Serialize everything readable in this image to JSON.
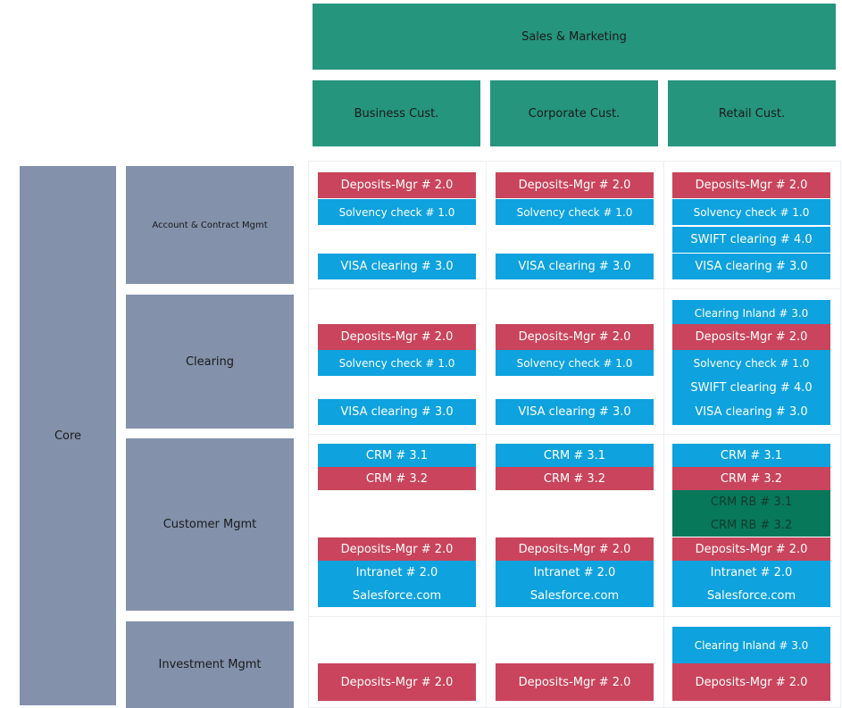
{
  "header": {
    "title": "Sales & Marketing",
    "columns": [
      "Business Cust.",
      "Corporate Cust.",
      "Retail Cust."
    ]
  },
  "core": {
    "label": "Core"
  },
  "rows": [
    {
      "label": "Account & Contract Mgmt",
      "cells": [
        [
          "Deposits-Mgr # 2.0",
          "Solvency check # 1.0",
          "VISA clearing # 3.0"
        ],
        [
          "Deposits-Mgr # 2.0",
          "Solvency check # 1.0",
          "VISA clearing # 3.0"
        ],
        [
          "Deposits-Mgr # 2.0",
          "Solvency check # 1.0",
          "SWIFT clearing # 4.0",
          "VISA clearing # 3.0"
        ]
      ]
    },
    {
      "label": "Clearing",
      "cells": [
        [
          "Deposits-Mgr # 2.0",
          "Solvency check # 1.0",
          "VISA clearing # 3.0"
        ],
        [
          "Deposits-Mgr # 2.0",
          "Solvency check # 1.0",
          "VISA clearing # 3.0"
        ],
        [
          "Clearing Inland # 3.0",
          "Deposits-Mgr # 2.0",
          "Solvency check # 1.0",
          "SWIFT clearing # 4.0",
          "VISA clearing # 3.0"
        ]
      ]
    },
    {
      "label": "Customer Mgmt",
      "cells": [
        [
          "CRM # 3.1",
          "CRM # 3.2",
          "Deposits-Mgr # 2.0",
          "Intranet # 2.0",
          "Salesforce.com"
        ],
        [
          "CRM # 3.1",
          "CRM # 3.2",
          "Deposits-Mgr # 2.0",
          "Intranet # 2.0",
          "Salesforce.com"
        ],
        [
          "CRM # 3.1",
          "CRM # 3.2",
          "CRM RB # 3.1",
          "CRM RB # 3.2",
          "Deposits-Mgr # 2.0",
          "Intranet # 2.0",
          "Salesforce.com"
        ]
      ]
    },
    {
      "label": "Investment Mgmt",
      "cells": [
        [
          "Deposits-Mgr # 2.0"
        ],
        [
          "Deposits-Mgr # 2.0"
        ],
        [
          "Clearing Inland # 3.0",
          "Deposits-Mgr # 2.0"
        ]
      ]
    }
  ],
  "colors": {
    "header": "#25957d",
    "capability": "#8391ab",
    "app_red": "#c9445c",
    "app_blue": "#0ea2de",
    "app_green": "#08785b"
  }
}
